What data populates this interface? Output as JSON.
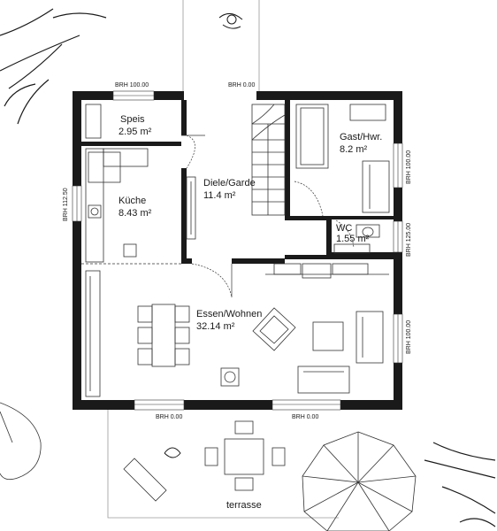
{
  "rooms": {
    "speis": {
      "name": "Speis",
      "area": "2.95 m²"
    },
    "kueche": {
      "name": "Küche",
      "area": "8.43 m²"
    },
    "diele": {
      "name": "Diele/Garde",
      "area": "11.4 m²"
    },
    "gast": {
      "name": "Gast/Hwr.",
      "area": "8.2 m²"
    },
    "wc": {
      "name": "WC",
      "area": "1.55 m²"
    },
    "essen": {
      "name": "Essen/Wohnen",
      "area": "32.14 m²"
    },
    "terrasse": {
      "name": "terrasse"
    }
  },
  "window_heights": {
    "top_left": "BRH 100.00",
    "top_center": "BRH 0.00",
    "left": "BRH 112.50",
    "right_upper": "BRH 100.00",
    "right_middle": "BRH 125.00",
    "right_lower": "BRH 100.00",
    "bottom_left": "BRH 0.00",
    "bottom_right": "BRH 0.00"
  },
  "colors": {
    "wall": "#1a1a1a",
    "line": "#333333",
    "background": "#ffffff"
  }
}
